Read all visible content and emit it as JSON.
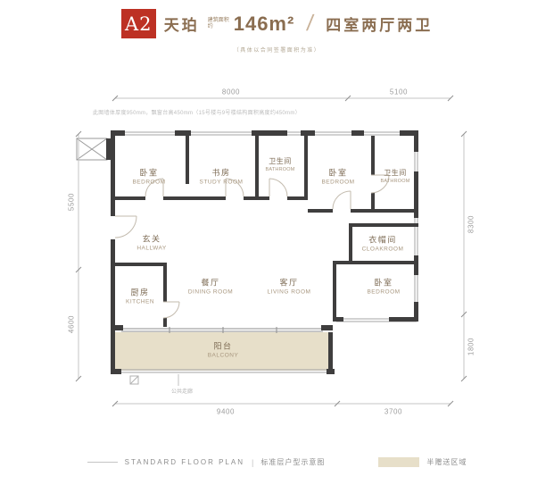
{
  "header": {
    "unit_code": "A2",
    "project_name": "天珀",
    "area_prefix": "建筑面积约",
    "area_value": "146m²",
    "separator": "/",
    "layout_desc": "四室两厅两卫",
    "disclaimer": "（具体以合同签署面积为准）"
  },
  "plan": {
    "note": "此图墙体厚度950mm，飘窗台高450mm（15号楼与9号楼结构面积高度约450mm）",
    "annotation": "公共走廊",
    "rooms": {
      "bedroom_tl": {
        "cn": "卧室",
        "en": "BEDROOM"
      },
      "study": {
        "cn": "书房",
        "en": "STUDY ROOM"
      },
      "bath_top": {
        "cn": "卫生间",
        "en": "BATHROOM"
      },
      "bedroom_tr": {
        "cn": "卧室",
        "en": "BEDROOM"
      },
      "bath_right": {
        "cn": "卫生间",
        "en": "BATHROOM"
      },
      "hallway": {
        "cn": "玄关",
        "en": "HALLWAY"
      },
      "kitchen": {
        "cn": "厨房",
        "en": "KITCHEN"
      },
      "dining": {
        "cn": "餐厅",
        "en": "DINING ROOM"
      },
      "living": {
        "cn": "客厅",
        "en": "LIVING ROOM"
      },
      "cloakroom": {
        "cn": "衣帽间",
        "en": "CLOAKROOM"
      },
      "bedroom_br": {
        "cn": "卧室",
        "en": "BEDROOM"
      },
      "balcony": {
        "cn": "阳台",
        "en": "BALCONY"
      }
    },
    "dims": {
      "top": [
        "8000",
        "5100"
      ],
      "left": [
        "5500",
        "4600"
      ],
      "right": [
        "8300",
        "1800"
      ],
      "bottom": [
        "9400",
        "3700"
      ]
    }
  },
  "footer": {
    "title_en": "STANDARD FLOOR PLAN",
    "separator": "|",
    "title_cn": "标准层户型示意图",
    "legend_label": "半赠送区域"
  },
  "colors": {
    "accent_red": "#bd3124",
    "text_brown": "#8a6d50",
    "gift_beige": "#e7dfc9"
  }
}
